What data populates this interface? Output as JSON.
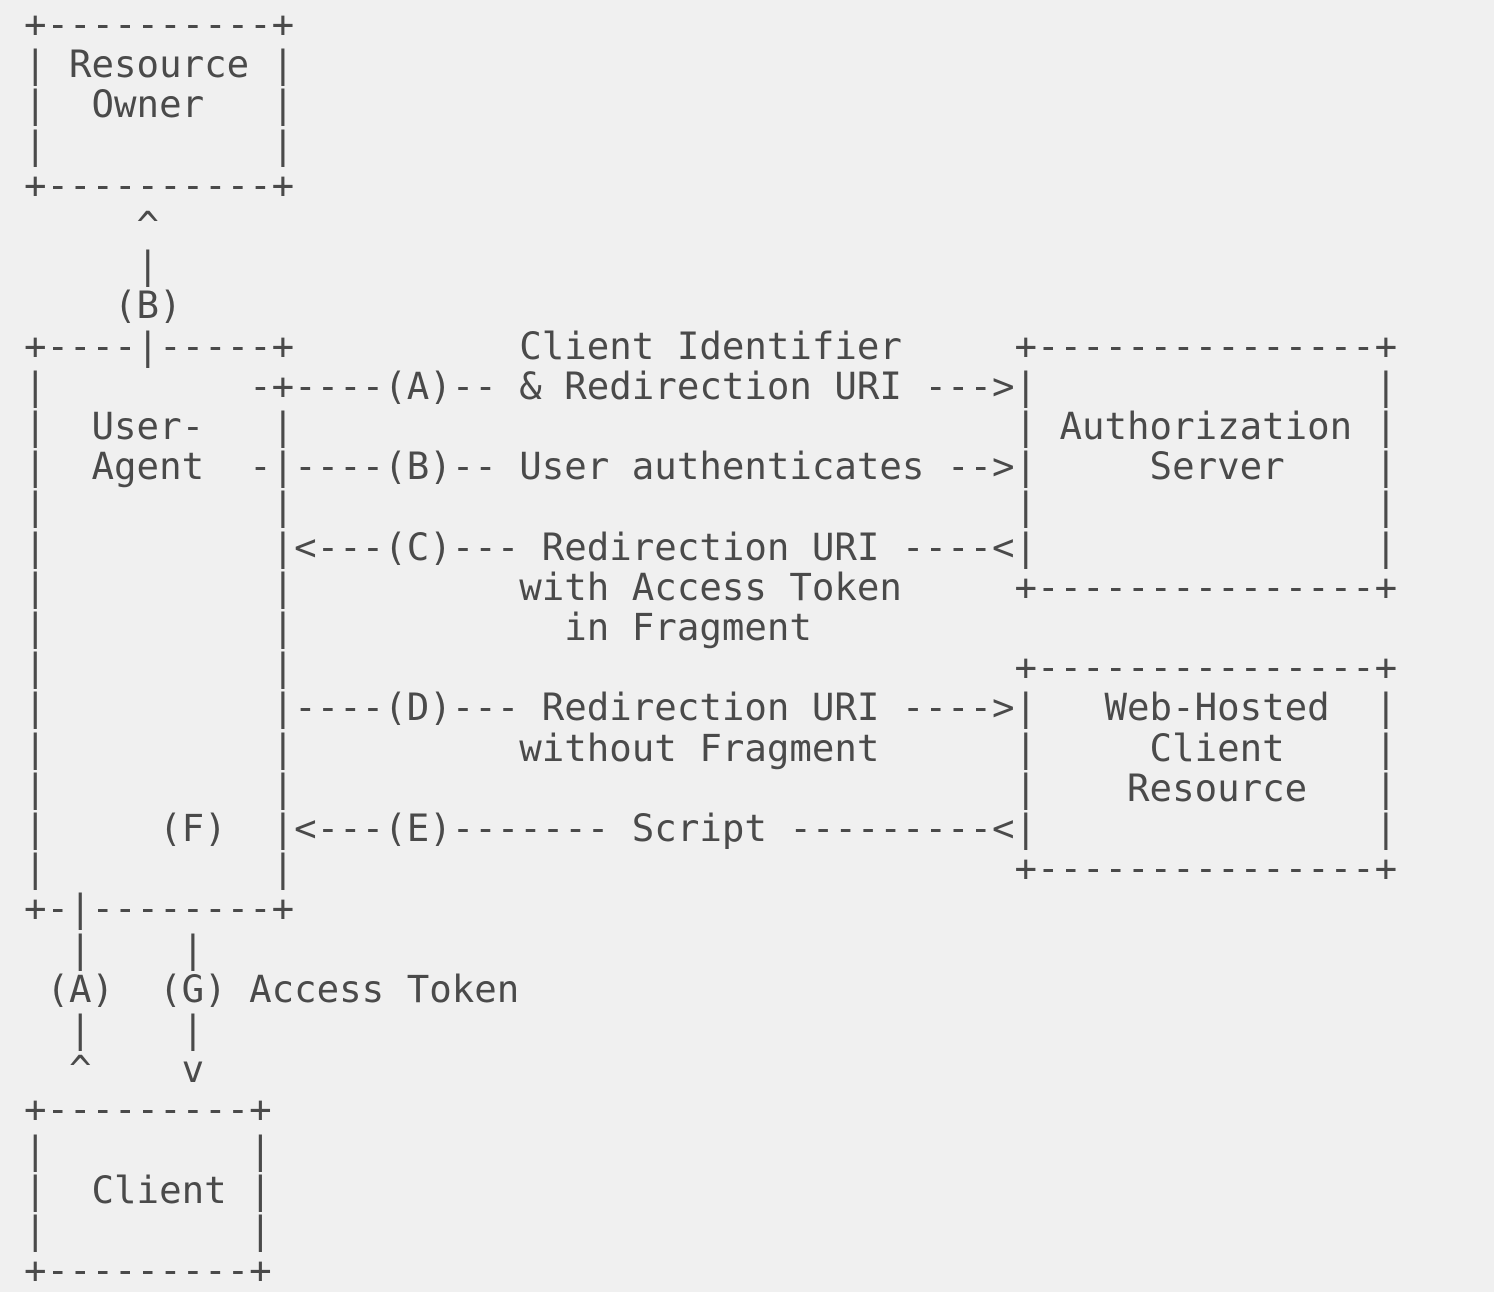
{
  "diagram": {
    "ascii_lines": [
      "+----------+",
      "| Resource |",
      "|  Owner   |",
      "|          |",
      "+----------+",
      "     ^",
      "     |",
      "    (B)",
      "+----|-----+          Client Identifier     +---------------+",
      "|         -+----(A)-- & Redirection URI --->|               |",
      "|  User-   |                                | Authorization |",
      "|  Agent  -|----(B)-- User authenticates -->|     Server    |",
      "|          |                                |               |",
      "|          |<---(C)--- Redirection URI ----<|               |",
      "|          |          with Access Token     +---------------+",
      "|          |            in Fragment",
      "|          |                                +---------------+",
      "|          |----(D)--- Redirection URI ---->|   Web-Hosted  |",
      "|          |          without Fragment      |     Client    |",
      "|          |                                |    Resource   |",
      "|     (F)  |<---(E)------- Script ---------<|               |",
      "|          |                                +---------------+",
      "+-|--------+",
      "  |    |",
      " (A)  (G) Access Token",
      "  |    |",
      "  ^    v",
      "+---------+",
      "|         |",
      "|  Client |",
      "|         |",
      "+---------+"
    ]
  }
}
